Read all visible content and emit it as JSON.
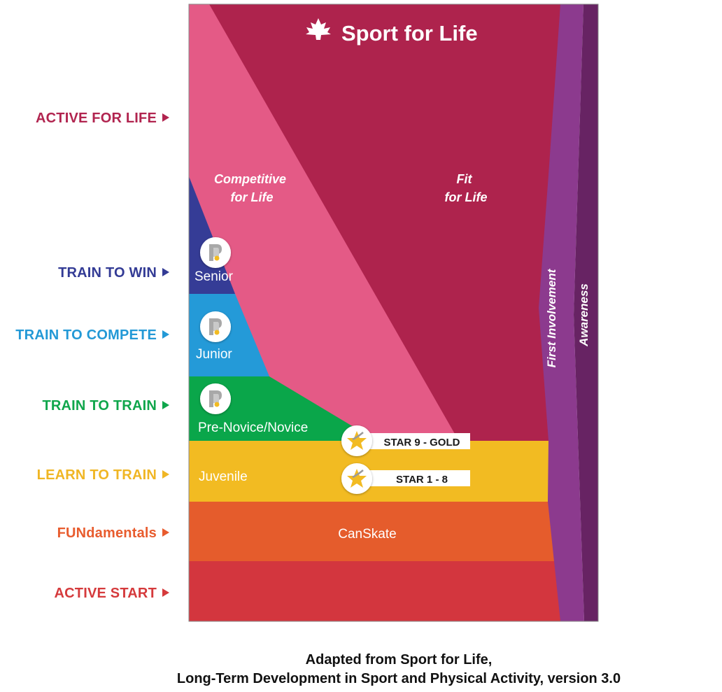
{
  "brand": {
    "name": "Sport for Life",
    "logo_icon": "maple-leaf-icon"
  },
  "stages": [
    {
      "id": "active-for-life",
      "label": "ACTIVE FOR LIFE",
      "color": "#b1244f"
    },
    {
      "id": "train-to-win",
      "label": "TRAIN TO WIN",
      "color": "#333b95"
    },
    {
      "id": "train-to-compete",
      "label": "TRAIN TO COMPETE",
      "color": "#2399d6"
    },
    {
      "id": "train-to-train",
      "label": "TRAIN TO TRAIN",
      "color": "#0fa64b"
    },
    {
      "id": "learn-to-train",
      "label": "LEARN TO TRAIN",
      "color": "#f0b624"
    },
    {
      "id": "fundamentals",
      "label": "FUNdamentals",
      "color": "#e85c2e"
    },
    {
      "id": "active-start",
      "label": "ACTIVE START",
      "color": "#d53a3c"
    }
  ],
  "regions": {
    "competitive_for_life": [
      "Competitive",
      "for Life"
    ],
    "fit_for_life": [
      "Fit",
      "for Life"
    ],
    "first_involvement": "First Involvement",
    "awareness": "Awareness"
  },
  "levels": {
    "senior": "Senior",
    "junior": "Junior",
    "pre_novice": "Pre-Novice/Novice",
    "juvenile": "Juvenile",
    "canskate": "CanSkate"
  },
  "badges": {
    "star_9": "STAR 9 - GOLD",
    "star_1_8": "STAR 1 - 8",
    "skater_icon": "skater-logo-icon",
    "star_icon": "star-skater-icon"
  },
  "colors": {
    "fit_for_life": "#ae234d",
    "competitive_for_life": "#e45a86",
    "first_involvement": "#8c3a8e",
    "awareness": "#672363",
    "train_to_win_band": "#353c96",
    "train_to_compete_band": "#249ad8",
    "train_to_train_band": "#0aa64a",
    "learn_to_train_band": "#f2bb22",
    "fundamentals_band": "#e55c2c",
    "active_start_band": "#d3363e"
  },
  "caption": {
    "line1": "Adapted from Sport for Life,",
    "line2": "Long-Term Development in Sport and Physical Activity, version 3.0"
  }
}
